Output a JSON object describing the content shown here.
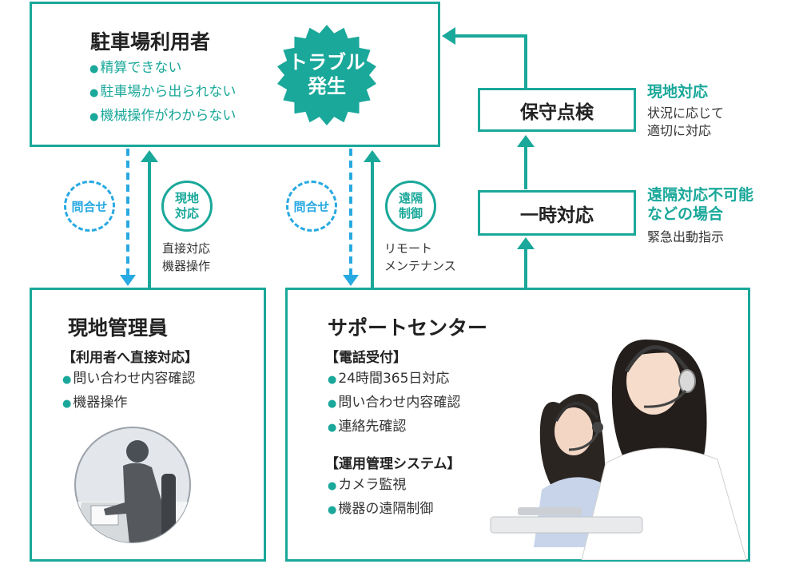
{
  "user_box": {
    "title": "駐車場利用者",
    "items": [
      "精算できない",
      "駐車場から出られない",
      "機械操作がわからない"
    ],
    "burst_line1": "トラブル",
    "burst_line2": "発生"
  },
  "local_manager": {
    "title": "現地管理員",
    "section": "【利用者へ直接対応】",
    "items": [
      "問い合わせ内容確認",
      "機器操作"
    ]
  },
  "support_center": {
    "title": "サポートセンター",
    "section1": "【電話受付】",
    "items1": [
      "24時間365日対応",
      "問い合わせ内容確認",
      "連絡先確認"
    ],
    "section2": "【運用管理システム】",
    "items2": [
      "カメラ監視",
      "機器の遠隔制御"
    ]
  },
  "flows": {
    "inquiry1": "問合せ",
    "onsite_line1": "現地",
    "onsite_line2": "対応",
    "onsite_note_line1": "直接対応",
    "onsite_note_line2": "機器操作",
    "inquiry2": "問合せ",
    "remote_line1": "遠隔",
    "remote_line2": "制御",
    "remote_note_line1": "リモート",
    "remote_note_line2": "メンテナンス"
  },
  "right_flow": {
    "maintenance": "保守点検",
    "temporary": "一時対応",
    "onsite_title": "現地対応",
    "onsite_desc_line1": "状況に応じて",
    "onsite_desc_line2": "適切に対応",
    "remote_fail_line1": "遠隔対応不可能",
    "remote_fail_line2": "などの場合",
    "dispatch": "緊急出動指示"
  },
  "colors": {
    "teal": "#1aa89a",
    "blue": "#27a9e1"
  }
}
